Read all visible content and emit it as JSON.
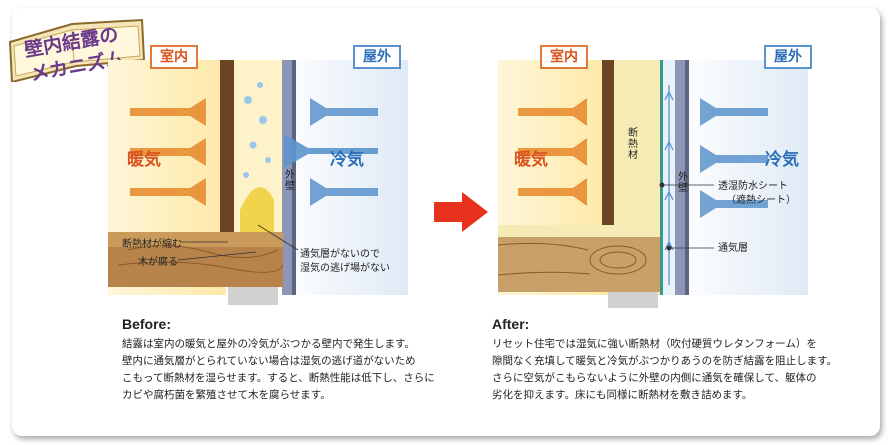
{
  "badge": {
    "line1": "壁内結露の",
    "line2": "メカニズム"
  },
  "before": {
    "indoor_label": "室内",
    "outdoor_label": "屋外",
    "warm_label": "暖気",
    "cold_label": "冷気",
    "wall_label": "外壁",
    "insulation_shrinks": "断熱材が縮む",
    "wood_rots": "木が腐る",
    "no_vent_line1": "通気層がないので",
    "no_vent_line2": "湿気の逃げ場がない",
    "heading": "Before:",
    "text": [
      "結露は室内の暖気と屋外の冷気がぶつかる壁内で発生します。",
      "壁内に通気層がとられていない場合は湿気の逃げ道がないため",
      "こもって断熱材を湿らせます。すると、断熱性能は低下し、さらに",
      "カビや腐朽菌を繁殖させて木を腐らせます。"
    ]
  },
  "after": {
    "indoor_label": "室内",
    "outdoor_label": "屋外",
    "warm_label": "暖気",
    "cold_label": "冷気",
    "insulation_label": "断熱材",
    "wall_label": "外壁",
    "sheet_line1": "透湿防水シート",
    "sheet_line2": "（遮熱シート）",
    "vent_layer": "通気層",
    "heading": "After:",
    "text": [
      "リセット住宅では湿気に強い断熱材（吹付硬質ウレタンフォーム）を",
      "隙間なく充填して暖気と冷気がぶつかりあうのを防ぎ結露を阻止します。",
      "さらに空気がこもらないように外壁の内側に通気を確保して、躯体の",
      "劣化を抑えます。床にも同様に断熱材を敷き詰めます。"
    ]
  },
  "colors": {
    "warm": "#e8872a",
    "cold": "#5b93cc",
    "arrow": "#e8321e",
    "badge_text": "#6b3a8c"
  }
}
